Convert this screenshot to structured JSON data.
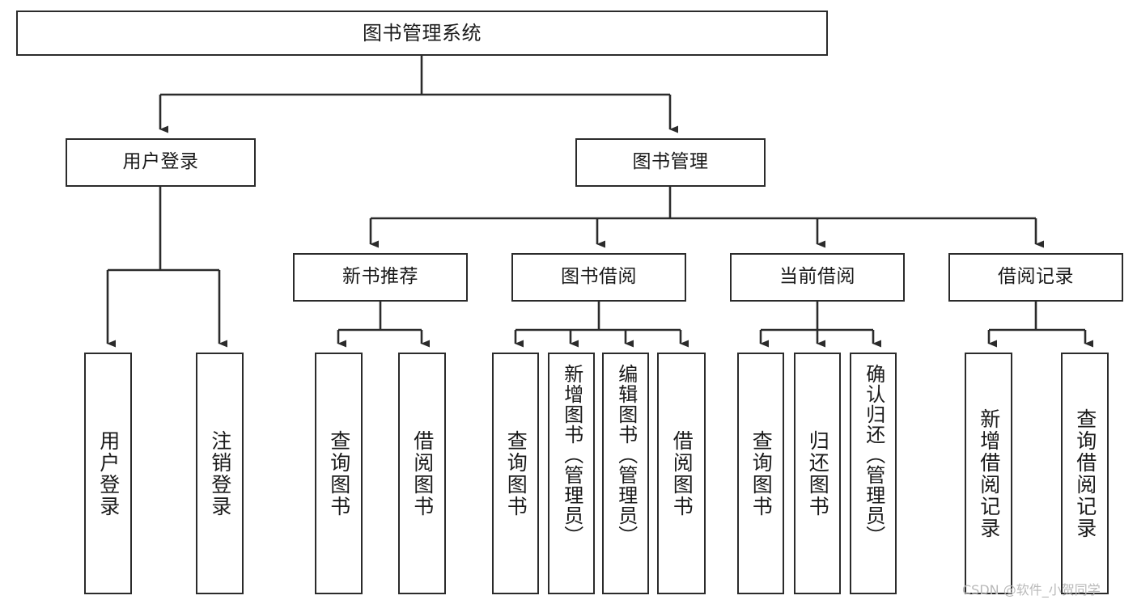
{
  "diagram": {
    "title": "图书管理系统",
    "type": "tree",
    "root": {
      "id": "root",
      "label": "图书管理系统",
      "orientation": "horizontal"
    },
    "level2": [
      {
        "id": "user-login",
        "label": "用户登录",
        "orientation": "horizontal"
      },
      {
        "id": "book-manage",
        "label": "图书管理",
        "orientation": "horizontal"
      }
    ],
    "level3": [
      {
        "id": "new-book-recommend",
        "label": "新书推荐",
        "orientation": "horizontal",
        "parent": "book-manage"
      },
      {
        "id": "book-borrow",
        "label": "图书借阅",
        "orientation": "horizontal",
        "parent": "book-manage"
      },
      {
        "id": "current-borrow",
        "label": "当前借阅",
        "orientation": "horizontal",
        "parent": "book-manage"
      },
      {
        "id": "borrow-record",
        "label": "借阅记录",
        "orientation": "horizontal",
        "parent": "book-manage"
      }
    ],
    "leaves": [
      {
        "id": "leaf-user-login",
        "label": "用户登录",
        "parent": "user-login"
      },
      {
        "id": "leaf-logout-login",
        "label": "注销登录",
        "parent": "user-login"
      },
      {
        "id": "leaf-query-book-1",
        "label": "查询图书",
        "parent": "new-book-recommend"
      },
      {
        "id": "leaf-borrow-book-1",
        "label": "借阅图书",
        "parent": "new-book-recommend"
      },
      {
        "id": "leaf-query-book-2",
        "label": "查询图书",
        "parent": "book-borrow"
      },
      {
        "id": "leaf-add-book",
        "label": "新增图书（管理员）",
        "parent": "book-borrow"
      },
      {
        "id": "leaf-edit-book",
        "label": "编辑图书（管理员）",
        "parent": "book-borrow"
      },
      {
        "id": "leaf-borrow-book-2",
        "label": "借阅图书",
        "parent": "book-borrow"
      },
      {
        "id": "leaf-query-book-3",
        "label": "查询图书",
        "parent": "current-borrow"
      },
      {
        "id": "leaf-return-book",
        "label": "归还图书",
        "parent": "current-borrow"
      },
      {
        "id": "leaf-confirm-return",
        "label": "确认归还（管理员）",
        "parent": "current-borrow"
      },
      {
        "id": "leaf-add-record",
        "label": "新增借阅记录",
        "parent": "borrow-record"
      },
      {
        "id": "leaf-query-record",
        "label": "查询借阅记录",
        "parent": "borrow-record"
      }
    ]
  },
  "watermark": {
    "text": "CSDN @软件_小贺同学"
  },
  "colors": {
    "stroke": "#2b2b2b",
    "box_fill": "#ffffff",
    "text": "#1a1a1a",
    "watermark": "#b9b9b9",
    "background": "#ffffff"
  }
}
